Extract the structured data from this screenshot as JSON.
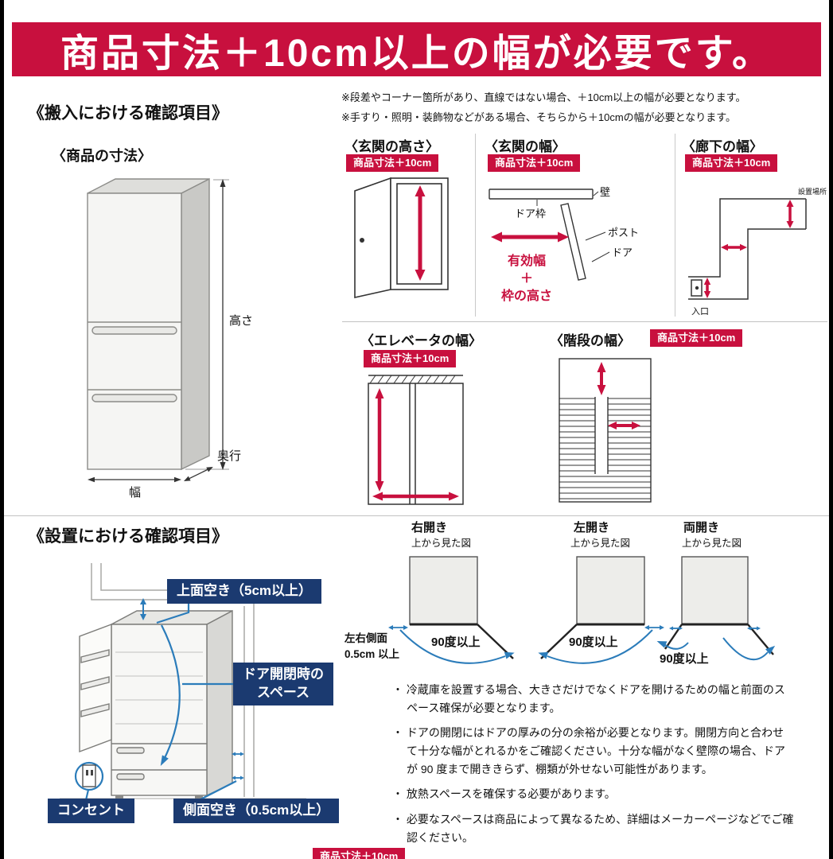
{
  "colors": {
    "accent_crimson": "#c8103e",
    "badge_navy": "#1b3a70",
    "annotation_blue": "#2b7cba"
  },
  "banner": {
    "title": "商品寸法＋10cm以上の幅が必要です。"
  },
  "carry_in": {
    "heading": "《搬入における確認項目》",
    "notes": [
      "※段差やコーナー箇所があり、直線ではない場合、＋10cm以上の幅が必要となります。",
      "※手すり・照明・装飾物などがある場合、そちらから＋10cmの幅が必要となります。"
    ],
    "badge": "商品寸法＋10cm",
    "product": {
      "heading": "〈商品の寸法〉",
      "height": "高さ",
      "depth": "奥行",
      "width": "幅"
    },
    "entrance_height": {
      "title": "〈玄関の高さ〉"
    },
    "entrance_width": {
      "title": "〈玄関の幅〉",
      "door_frame": "ドア枠",
      "wall": "壁",
      "post": "ポスト",
      "door": "ドア",
      "effective_width": "有効幅",
      "plus": "＋",
      "frame_height": "枠の高さ"
    },
    "hallway": {
      "title": "〈廊下の幅〉",
      "place": "設置場所",
      "entrance": "入口"
    },
    "elevator": {
      "title": "〈エレベータの幅〉"
    },
    "stairs": {
      "title": "〈階段の幅〉"
    }
  },
  "installation": {
    "heading": "《設置における確認項目》",
    "top_clearance": "上面空き（5cm以上）",
    "door_space": "ドア開閉時の\nスペース",
    "outlet": "コンセント",
    "side_clearance": "側面空き（0.5cm以上）",
    "view_label": "上から見た図",
    "open_angle": "90度以上",
    "side_note": "左右側面\n0.5cm 以上",
    "door_types": [
      {
        "title": "右開き"
      },
      {
        "title": "左開き"
      },
      {
        "title": "両開き"
      }
    ],
    "bullets": [
      "・ 冷蔵庫を設置する場合、大きさだけでなくドアを開けるための幅と前面のスペース確保が必要となります。",
      "・ ドアの開閉にはドアの厚みの分の余裕が必要となります。開閉方向と合わせて十分な幅がとれるかをご確認ください。十分な幅がなく壁際の場合、ドアが 90 度まで開ききらず、棚類が外せない可能性があります。",
      "・ 放熱スペースを確保する必要があります。",
      "・ 必要なスペースは商品によって異なるため、詳細はメーカーページなどでご確認ください。"
    ]
  }
}
